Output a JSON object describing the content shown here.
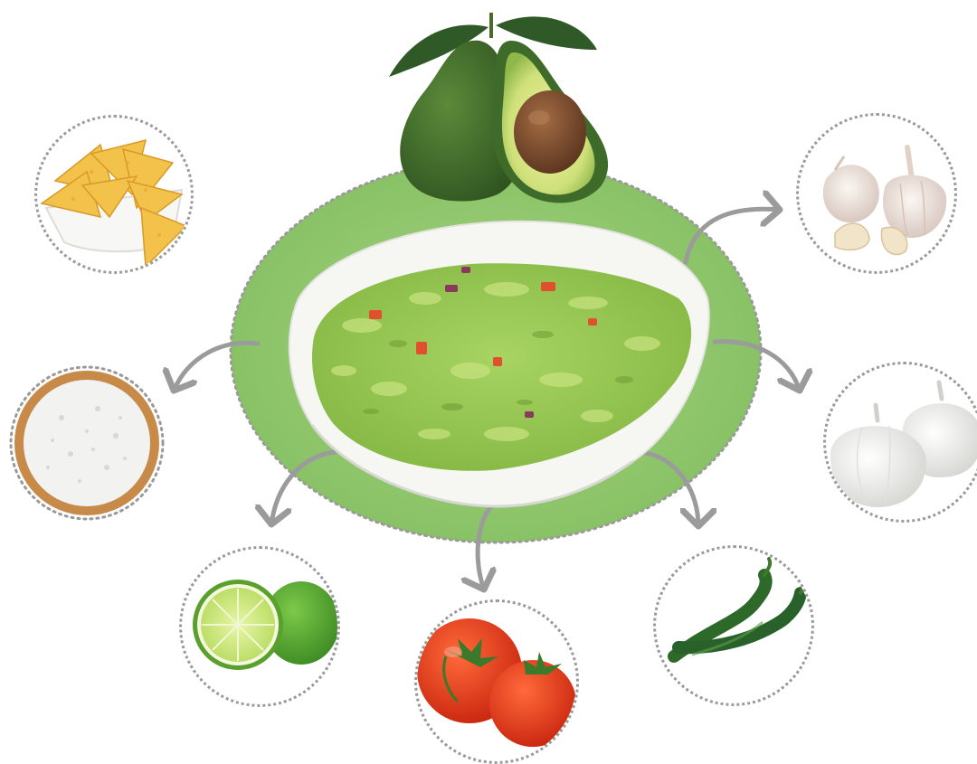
{
  "diagram": {
    "center": {
      "item": "guacamole-bowl"
    },
    "top": {
      "item": "avocado"
    },
    "ingredients": [
      {
        "name": "tortilla-chips"
      },
      {
        "name": "garlic"
      },
      {
        "name": "salt"
      },
      {
        "name": "onion"
      },
      {
        "name": "lime"
      },
      {
        "name": "tomato"
      },
      {
        "name": "green-chili-pepper"
      }
    ],
    "colors": {
      "center_disc": "#8cc46a",
      "dotted_border": "#9a9a9a",
      "arrow": "#9b9b9b",
      "guacamole": "#9ccc5a",
      "avocado_skin": "#3f6b2a"
    }
  }
}
